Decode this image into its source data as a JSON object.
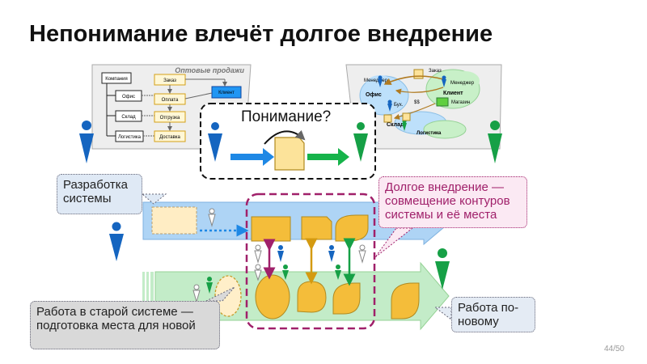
{
  "title": "Непонимание влечёт долгое внедрение",
  "left_panel": {
    "title": "Оптовые продажи",
    "company": "Компания",
    "units": [
      "Офис",
      "Склад",
      "Логистика"
    ],
    "flow": [
      "Заказ",
      "Оплата",
      "Отгрузка",
      "Доставка"
    ],
    "client": "Клиент"
  },
  "right_panel": {
    "order": "Заказ",
    "manager_left": "Менеджер",
    "manager_right": "Менеджер",
    "office": "Офис",
    "client": "Клиент",
    "accountant": "Бух.",
    "money": "$$",
    "shop": "Магазин",
    "warehouse": "Склад",
    "logistics": "Логистика"
  },
  "understanding": "Понимание?",
  "callouts": {
    "development": "Разработка системы",
    "long_implementation": "Долгое внедрение — совмещение контуров системы и её места",
    "old_system": "Работа в старой системе — подготовка места для новой",
    "new_work": "Работа по-новому"
  },
  "page_number": "44/50",
  "colors": {
    "blue_person": "#1565c0",
    "green_person": "#16a046",
    "system_band": "#aed4f5",
    "place_band": "#c3ecc8",
    "shape_fill": "#f4bd3a",
    "long_frame": "#a0206a"
  }
}
